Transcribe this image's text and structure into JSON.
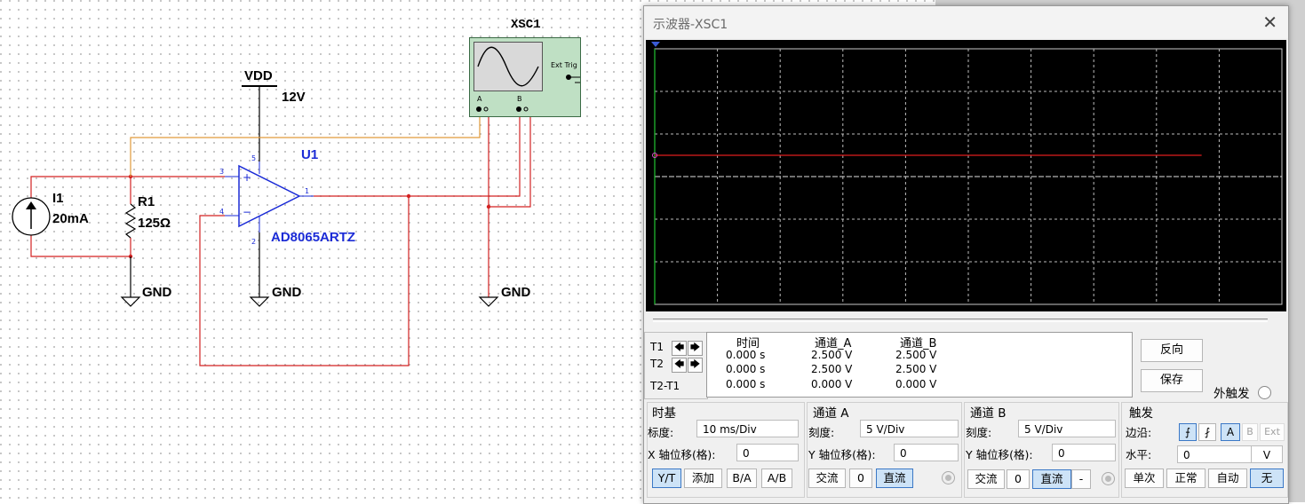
{
  "schematic": {
    "vdd_label": "VDD",
    "vdd_value": "12V",
    "gnd_label": "GND",
    "u1_label": "U1",
    "opamp_part": "AD8065ARTZ",
    "pin3": "3",
    "pin4": "4",
    "pin5": "5",
    "pin2": "2",
    "pin1": "1",
    "plus_sign": "+",
    "minus_sign": "−",
    "i1_label": "I1",
    "i1_value": "20mA",
    "r1_label": "R1",
    "r1_value": "125Ω",
    "scope_label": "XSC1",
    "ext_trig": "Ext Trig",
    "ch_a": "A",
    "ch_b": "B"
  },
  "window": {
    "title": "示波器-XSC1",
    "close": "✕"
  },
  "cursors": {
    "t1": "T1",
    "t2": "T2",
    "t2t1": "T2-T1",
    "left_arrow": "🡄",
    "right_arrow": "🡆"
  },
  "readout": {
    "headers": [
      "时间",
      "通道_A",
      "通道_B"
    ],
    "rows": [
      [
        "0.000 s",
        "2.500 V",
        "2.500 V"
      ],
      [
        "0.000 s",
        "2.500 V",
        "2.500 V"
      ],
      [
        "0.000 s",
        "0.000 V",
        "0.000 V"
      ]
    ]
  },
  "side_buttons": {
    "reverse": "反向",
    "save": "保存",
    "ext_trigger": "外触发"
  },
  "timebase": {
    "title": "时基",
    "scale_label": "标度:",
    "scale_value": "10 ms/Div",
    "xpos_label": "X 轴位移(格):",
    "xpos_value": "0",
    "buttons": [
      "Y/T",
      "添加",
      "B/A",
      "A/B"
    ]
  },
  "channel_a": {
    "title": "通道 A",
    "scale_label": "刻度:",
    "scale_value": "5  V/Div",
    "ypos_label": "Y 轴位移(格):",
    "ypos_value": "0",
    "buttons": [
      "交流",
      "0",
      "直流"
    ]
  },
  "channel_b": {
    "title": "通道 B",
    "scale_label": "刻度:",
    "scale_value": "5  V/Div",
    "ypos_label": "Y 轴位移(格):",
    "ypos_value": "0",
    "buttons": [
      "交流",
      "0",
      "直流",
      "-"
    ]
  },
  "trigger": {
    "title": "触发",
    "edge_label": "边沿:",
    "level_label": "水平:",
    "level_value": "0",
    "level_unit": "V",
    "source_a": "A",
    "source_b": "B",
    "source_ext": "Ext",
    "rising_icon": "⨍",
    "falling_icon": "⨏",
    "modes": [
      "单次",
      "正常",
      "自动",
      "无"
    ]
  },
  "colors": {
    "wire_red": "#d32222",
    "wire_orange": "#e09a3a",
    "trace_red": "#e01e1e",
    "part_blue": "#1b2bd6",
    "scope_body": "#bfe0c4",
    "selected": "#cde3f7"
  },
  "scope_trace": {
    "channel_a_level_div": 0.5,
    "volts_per_div": 5
  }
}
